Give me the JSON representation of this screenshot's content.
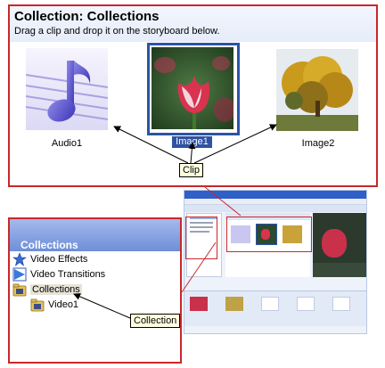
{
  "top_panel": {
    "title": "Collection: Collections",
    "subtitle": "Drag a clip and drop it on the storyboard below.",
    "clips": [
      {
        "label": "Audio1",
        "icon": "music-note-icon"
      },
      {
        "label": "Image1",
        "icon": "tulip-image",
        "selected": true
      },
      {
        "label": "Image2",
        "icon": "autumn-tree-image"
      }
    ],
    "callout_clip": "Clip"
  },
  "left_panel": {
    "header": "Collections",
    "tree": [
      {
        "label": "Video Effects",
        "icon": "star-icon"
      },
      {
        "label": "Video Transitions",
        "icon": "transition-icon"
      },
      {
        "label": "Collections",
        "icon": "collection-folder-icon",
        "selected": true
      },
      {
        "label": "Video1",
        "icon": "collection-folder-icon"
      }
    ],
    "callout_collection": "Collection"
  },
  "colors": {
    "callout_border": "#c8282b",
    "selection_blue": "#2f52a2",
    "tooltip_bg": "#ffffe1"
  }
}
